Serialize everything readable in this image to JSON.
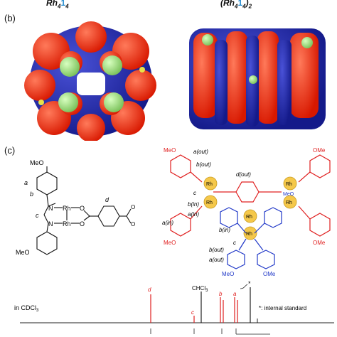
{
  "titles": {
    "left": {
      "pre": "Rh",
      "sub1": "4",
      "hl": "1",
      "sub2": "4",
      "post": ""
    },
    "right": {
      "pre": "(Rh",
      "sub1": "4",
      "hl": "1",
      "sub2": "4",
      "post": ")",
      "sub3": "2"
    }
  },
  "panels": {
    "b": "(b)",
    "c": "(c)"
  },
  "left_structure": {
    "ome_top": "MeO",
    "ome_bottom": "MeO",
    "label_a": "a",
    "label_b": "b",
    "label_c": "c",
    "label_d": "d",
    "n1": "N",
    "n2": "N",
    "rh1": "Rh",
    "rh2": "Rh",
    "o1": "O",
    "o2": "O",
    "o3": "O",
    "o4": "O"
  },
  "right_structure": {
    "ome_tl": "MeO",
    "ome_tr": "OMe",
    "ome_bl": "MeO",
    "ome_br": "OMe",
    "ome_b1": "MeO",
    "ome_b2": "OMe",
    "rh": "Rh",
    "me_o": "MeO",
    "labels": {
      "a_out_top": "a(out)",
      "b_out_top": "b(out)",
      "d_out": "d(out)",
      "c": "c",
      "b_in": "b(in)",
      "a_in": "a(in)",
      "a_in_left": "a(in)",
      "b_in_mid": "b(in)",
      "c_blue": "c",
      "b_out_bottom": "b(out)",
      "a_out_bottom": "a(out)"
    }
  },
  "spectrum": {
    "solvent": "in CDCl",
    "solvent_sub": "3",
    "chcl3": "CHCl",
    "chcl3_sub": "3",
    "star": "*",
    "legend": "*: internal standard",
    "peak_labels": {
      "d": "d",
      "c": "c",
      "b": "b",
      "a": "a"
    },
    "colors": {
      "red": "#e02020",
      "black": "#222222"
    }
  }
}
